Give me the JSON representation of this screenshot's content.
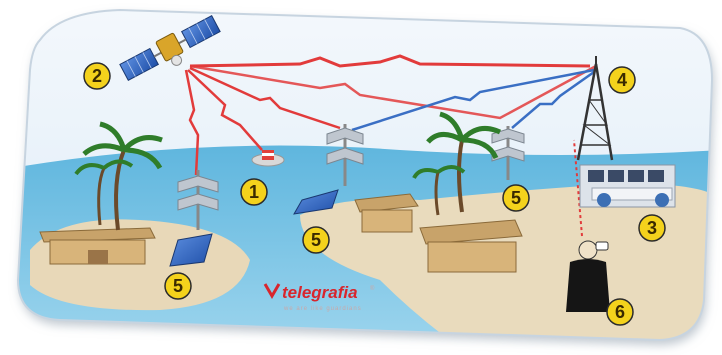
{
  "labels": {
    "base_station_buoy": "1",
    "satellite": "2",
    "control_center": "3",
    "tower": "4",
    "siren_right_island": "5",
    "siren_center_island": "5",
    "siren_left_island": "5",
    "operator": "6"
  },
  "logo": {
    "brand": "telegrafia",
    "registered": "®",
    "tagline": "we are like guardians"
  },
  "colors": {
    "red_link": "#e23b3b",
    "blue_link": "#3a6fc4",
    "badge_fill": "#f4d21c",
    "badge_stroke": "#2b2b2b",
    "sea": "#7ec9e8",
    "sand": "#e6d6b8",
    "sky": "#e8f2fb",
    "brand_red": "#d8262d"
  }
}
